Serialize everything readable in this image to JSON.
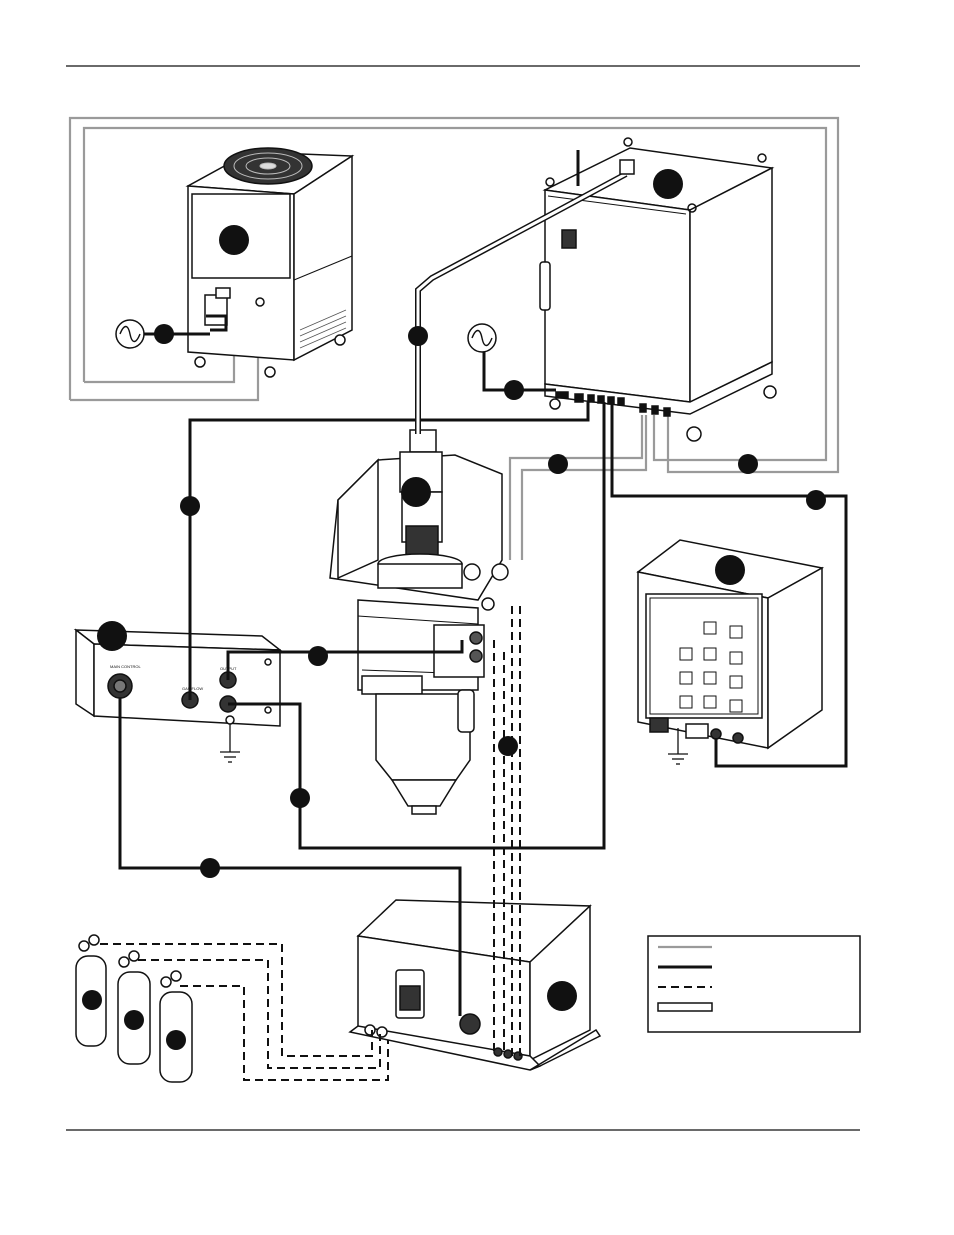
{
  "figure": {
    "panel_labels": {
      "main_control": "MAIN CONTROL",
      "gas_flow": "GAS FLOW",
      "output": "OUTPUT"
    },
    "legend": {
      "items": [
        {
          "style": "gray-solid",
          "text": ""
        },
        {
          "style": "black-solid",
          "text": ""
        },
        {
          "style": "dashed",
          "text": ""
        },
        {
          "style": "hollow-double",
          "text": ""
        }
      ]
    },
    "colors": {
      "cable": "#111111",
      "coolant_hose": "#9a9a9a",
      "background": "#ffffff",
      "marker": "#111111"
    }
  }
}
